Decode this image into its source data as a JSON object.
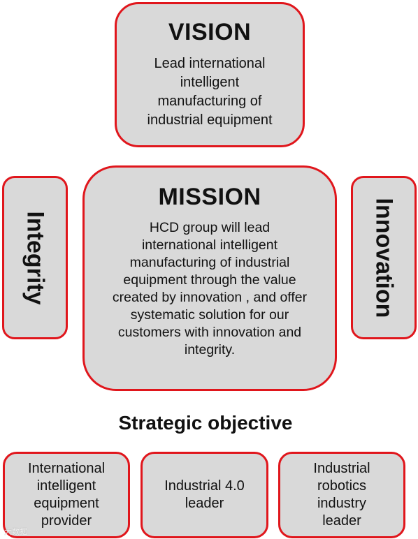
{
  "vision": {
    "title": "VISION",
    "text": "Lead international\nintelligent\nmanufacturing of\nindustrial equipment"
  },
  "mission": {
    "title": "MISSION",
    "text": "HCD group will lead\ninternational intelligent\nmanufacturing of industrial\nequipment through the  value\ncreated by innovation , and offer\nsystematic solution for our\ncustomers with innovation and\nintegrity."
  },
  "pillars": {
    "left": "Integrity",
    "right": "Innovation"
  },
  "strategic": {
    "title": "Strategic objective",
    "objectives": [
      "International\nintelligent\nequipment\nprovider",
      "Industrial 4.0\nleader",
      "Industrial\nrobotics\nindustry\nleader"
    ]
  },
  "watermark": "大数据",
  "colors": {
    "box_fill": "#d9d9d9",
    "box_border": "#e0161c"
  }
}
